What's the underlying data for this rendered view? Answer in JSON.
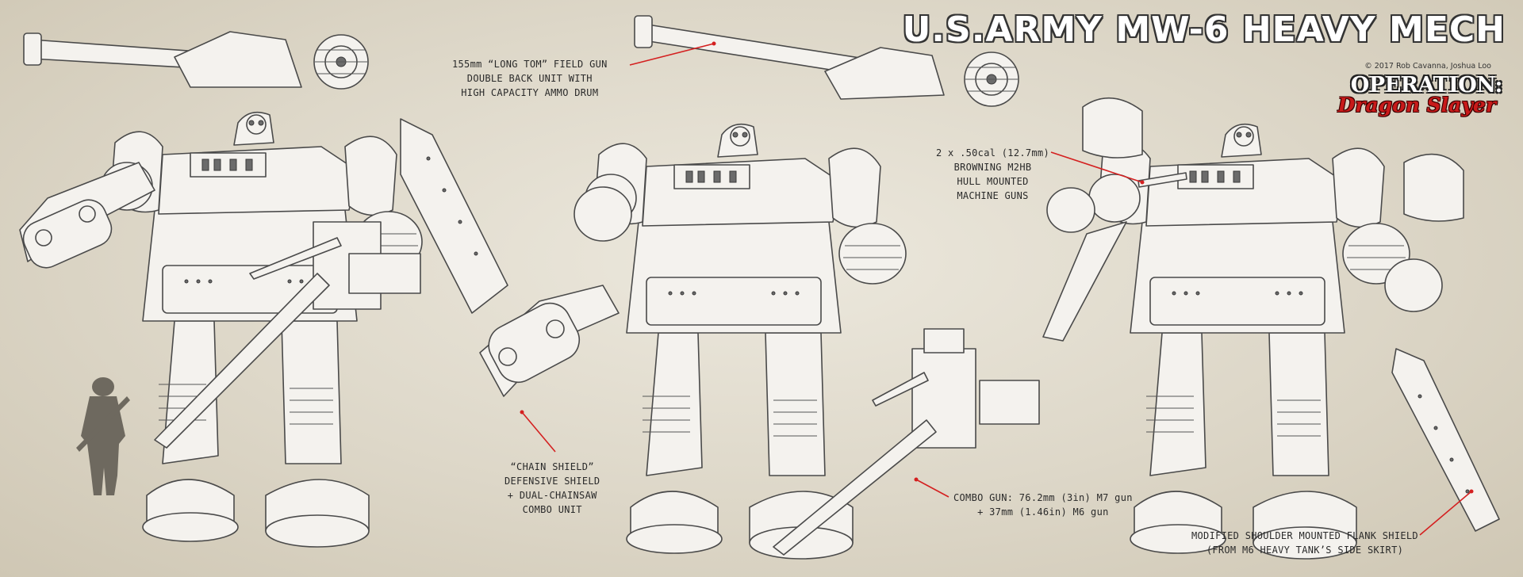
{
  "header": {
    "title": "U.S.ARMY MW-6 HEAVY MECH",
    "credit": "© 2017 Rob Cavanna, Joshua Loo",
    "logo_line1": "OPERATION:",
    "logo_line2": "Dragon Slayer"
  },
  "callouts": {
    "field_gun": [
      "155mm “LONG TOM” FIELD GUN",
      "DOUBLE BACK UNIT WITH",
      "HIGH CAPACITY AMMO DRUM"
    ],
    "machine_guns": [
      "2 x .50cal (12.7mm)",
      "BROWNING M2HB",
      "HULL MOUNTED",
      "MACHINE GUNS"
    ],
    "chain_shield": [
      "“CHAIN SHIELD”",
      "DEFENSIVE SHIELD",
      "+ DUAL-CHAINSAW",
      "COMBO UNIT"
    ],
    "combo_gun": [
      "COMBO GUN: 76.2mm (3in) M7 gun",
      "+ 37mm (1.46in) M6 gun"
    ],
    "flank_shield": [
      "MODIFIED SHOULDER MOUNTED FLANK SHIELD",
      "(FROM M6 HEAVY TANK’S SIDE SKIRT)"
    ]
  },
  "colors": {
    "background": "#ddd7c8",
    "leader_line": "#d42020",
    "line_art": "#4a4a4a"
  }
}
